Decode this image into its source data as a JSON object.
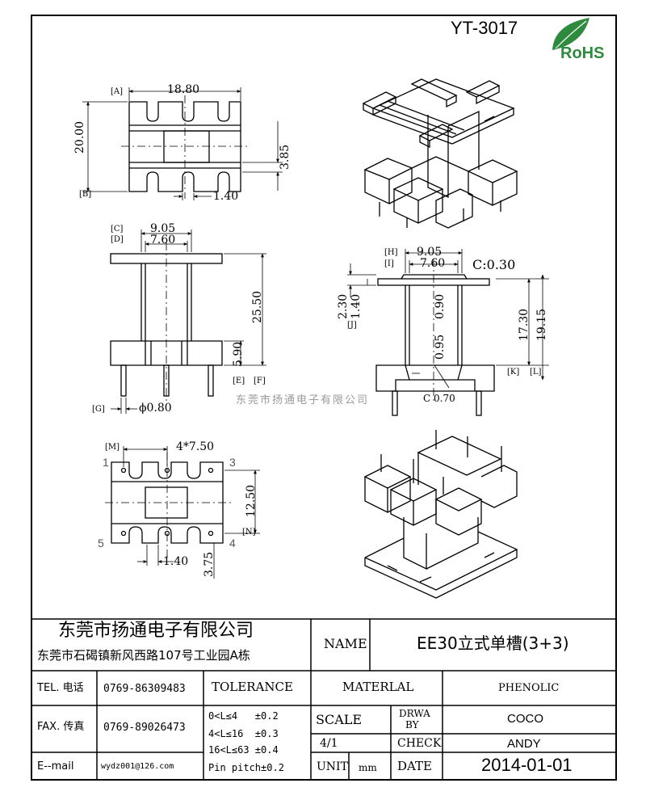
{
  "header": {
    "part_number": "YT-3017",
    "logo_text": "RoHS",
    "logo_color": "#2e8b3e"
  },
  "watermark": "东莞市扬通电子有限公司",
  "top_view": {
    "labels": {
      "A": "[A]",
      "B": "[B]"
    },
    "dims": {
      "width": "18.80",
      "height": "20.00",
      "slot": "3.85",
      "gap": "1.40"
    }
  },
  "front_view": {
    "labels": {
      "C": "[C]",
      "D": "[D]",
      "E": "[E]",
      "F": "[F]",
      "G": "[G]"
    },
    "dims": {
      "outer": "9.05",
      "inner": "7.60",
      "height": "25.50",
      "base": "5.90",
      "pin": "ϕ0.80"
    }
  },
  "section_view": {
    "labels": {
      "H": "[H]",
      "I": "[I]",
      "J": "[J]",
      "K": "[K]",
      "L": "[L]"
    },
    "dims": {
      "outer": "9.05",
      "inner": "7.60",
      "chamfer_top": "C:0.30",
      "flange_a": "2.30",
      "flange_b": "1.40",
      "wall_top": "0.90",
      "wall_bottom": "0.95",
      "inner_h": "17.30",
      "outer_h": "19.15",
      "chamfer_bottom": "C 0.70"
    }
  },
  "bottom_view": {
    "labels": {
      "M": "[M]",
      "N": "[N]"
    },
    "pin_numbers": [
      "1",
      "3",
      "5",
      "4"
    ],
    "dims": {
      "pitch": "4*7.50",
      "row": "12.50",
      "gap": "1.40",
      "slot": "3.75"
    }
  },
  "title_block": {
    "company_name": "东莞市扬通电子有限公司",
    "company_address": "东莞市石碣镇新风西路107号工业园A栋",
    "name_label": "NAME",
    "name_value": "EE30立式单槽(3+3)",
    "tel_label": "TEL. 电话",
    "tel_value": "0769-86309483",
    "fax_label": "FAX. 传真",
    "fax_value": "0769-89026473",
    "email_label": "E--mail",
    "email_value": "wydz001@126.com",
    "tolerance_label": "TOLERANCE",
    "tolerances": [
      "0<L≤4   ±0.2",
      "4<L≤16  ±0.3",
      "16<L≤63 ±0.4",
      "Pin pitch±0.2"
    ],
    "material_label": "MATERLAL",
    "material_value": "PHENOLIC",
    "scale_label": "SCALE",
    "scale_value": "4/1",
    "drawn_label_1": "DRWA",
    "drawn_label_2": "BY",
    "drawn_value": "COCO",
    "check_label": "CHECK",
    "check_value": "ANDY",
    "unit_label": "UNIT",
    "unit_value": "mm",
    "date_label": "DATE",
    "date_value": "2014-01-01"
  }
}
